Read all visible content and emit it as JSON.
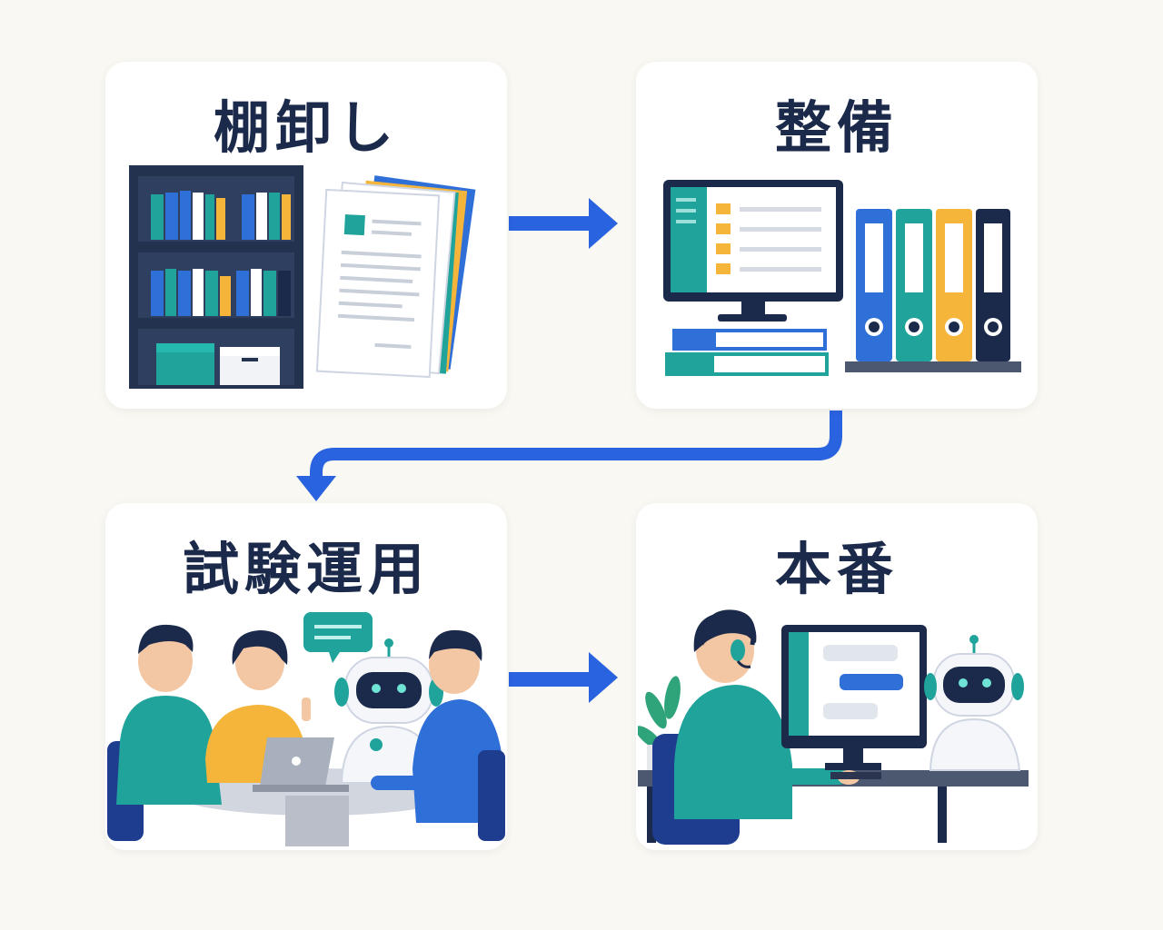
{
  "steps": [
    {
      "title": "棚卸し"
    },
    {
      "title": "整備"
    },
    {
      "title": "試験運用"
    },
    {
      "title": "本番"
    }
  ],
  "colors": {
    "arrow": "#2a63e0",
    "navy": "#1b2a4a",
    "teal": "#1fa39a",
    "blue": "#2f6fd8",
    "yellow": "#f5b53a"
  }
}
